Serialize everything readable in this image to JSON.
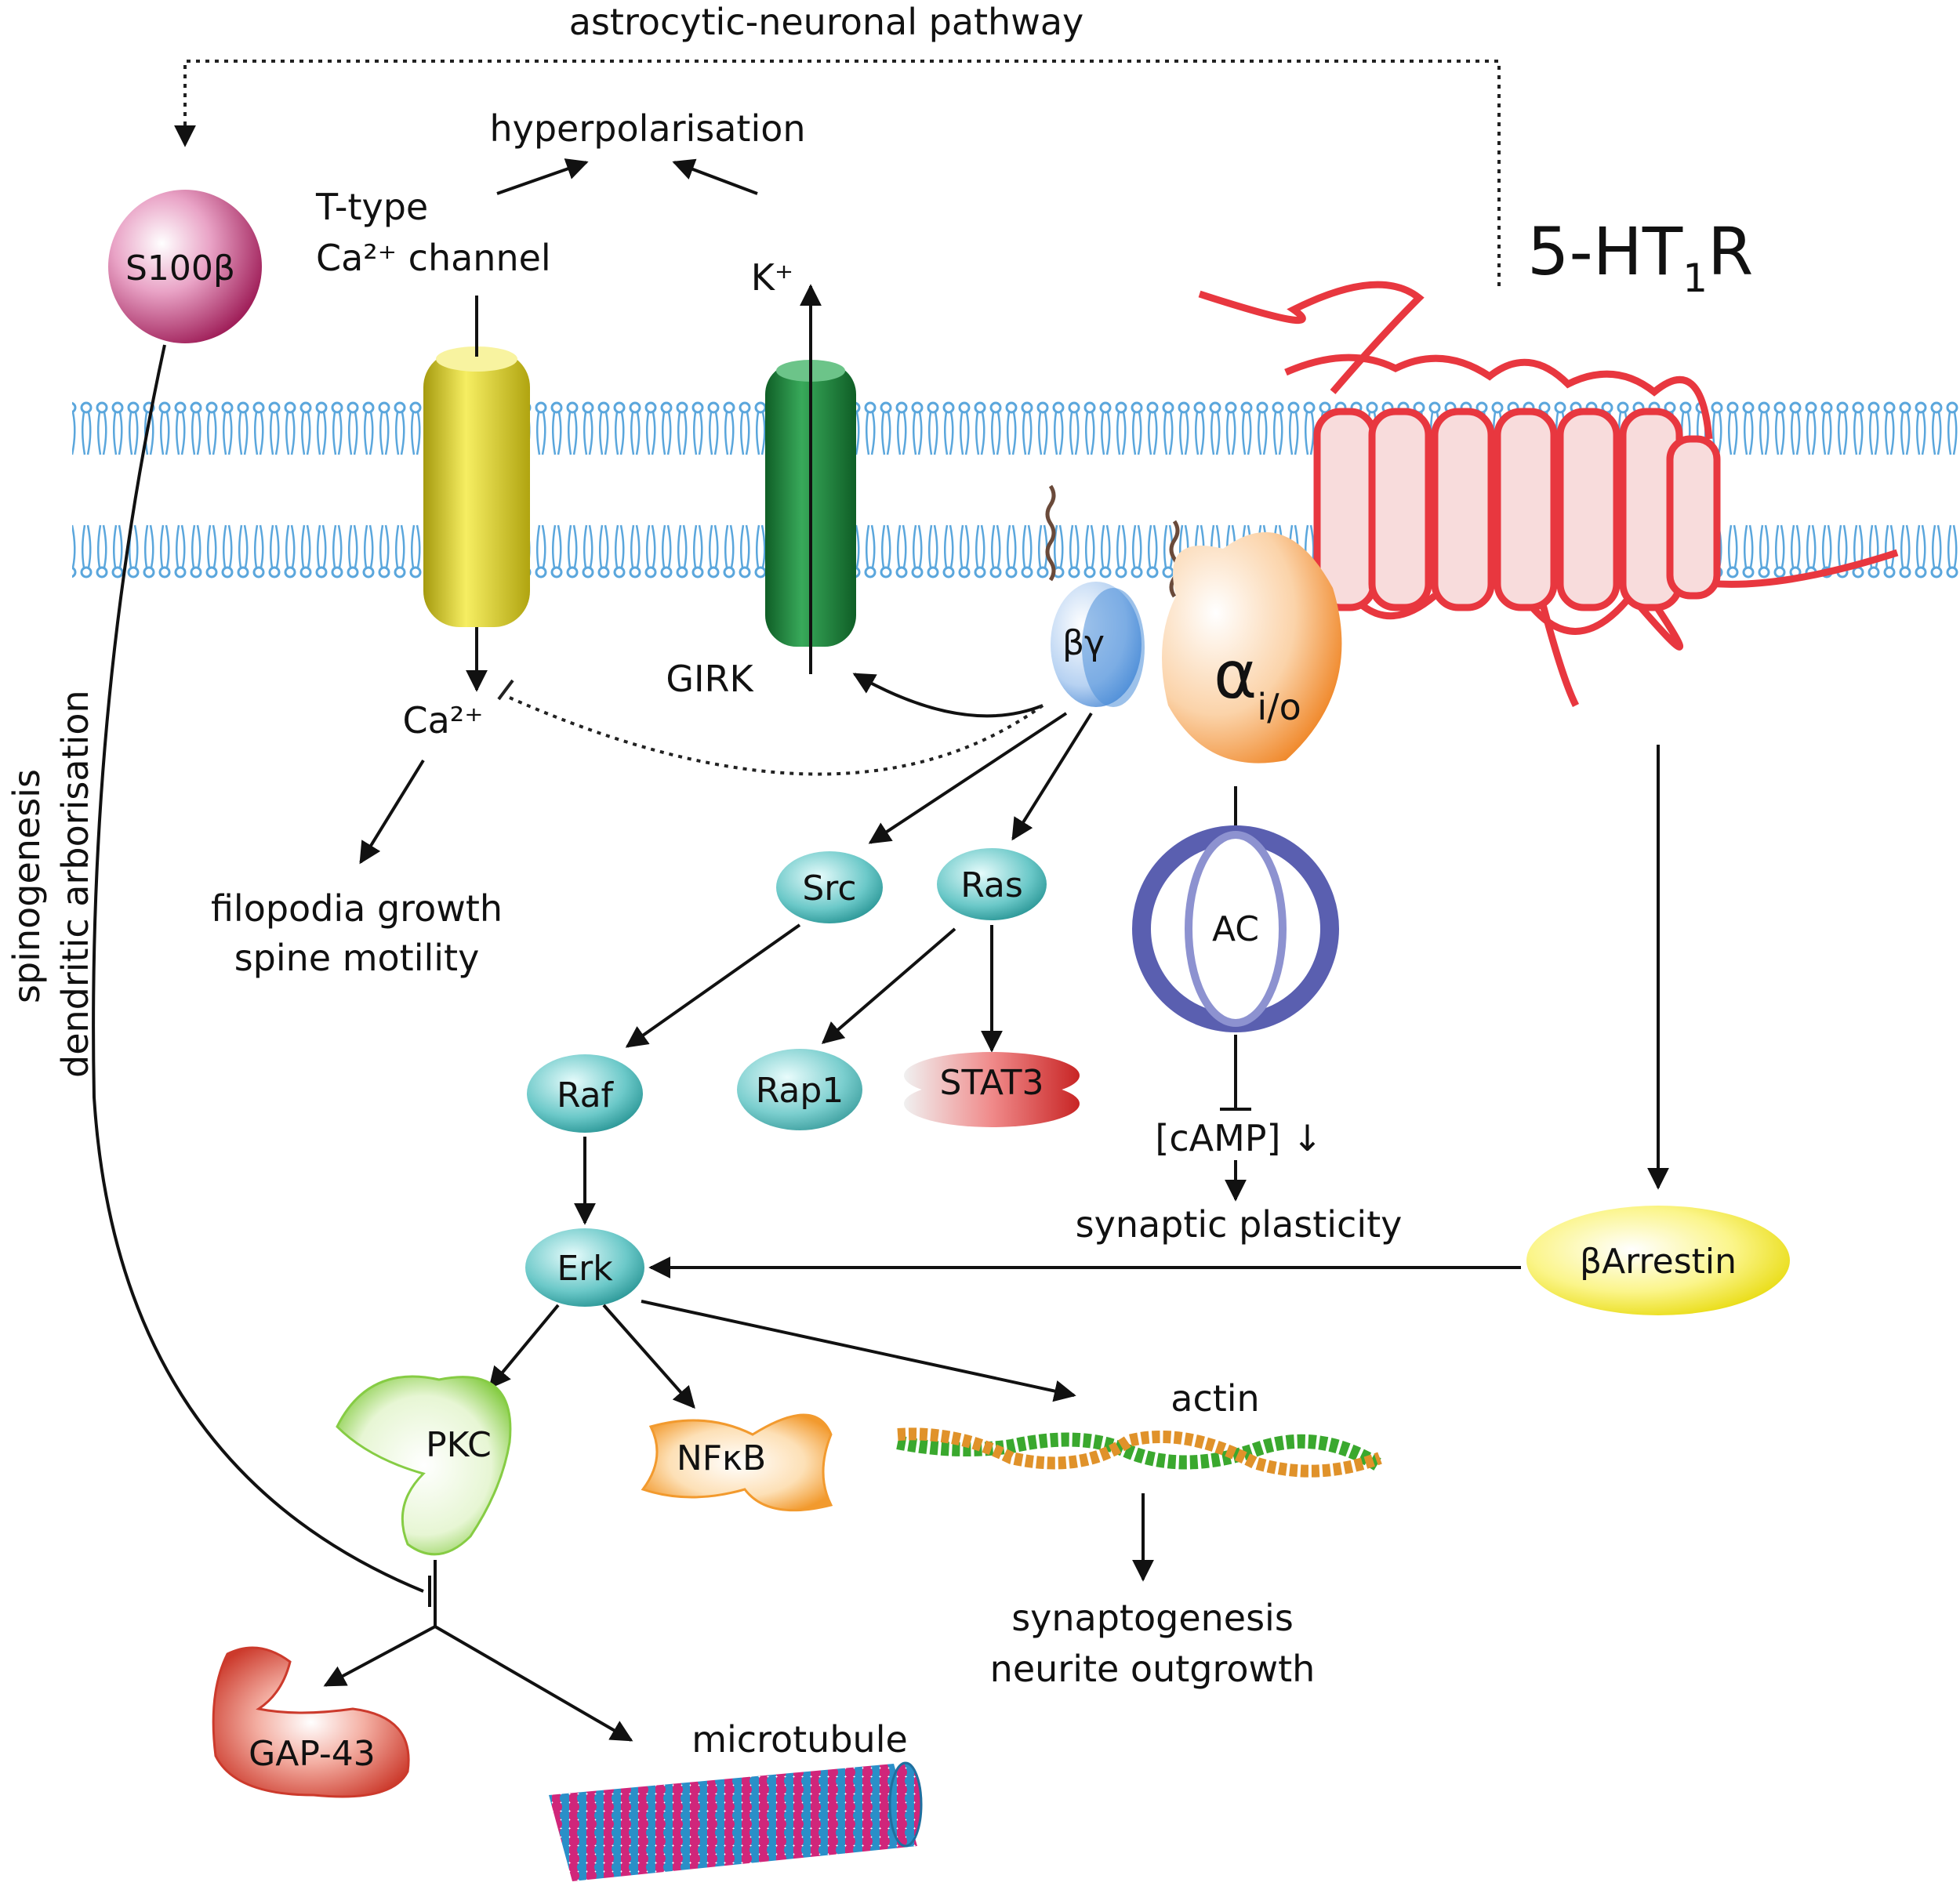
{
  "labels": {
    "pathway": "astrocytic-neuronal pathway",
    "hyperpolarisation": "hyperpolarisation",
    "t_type_1": "T-type",
    "t_type_2": "Ca²⁺ channel",
    "k_ion": "K⁺",
    "receptor_main": "5-HT",
    "receptor_sub": "1",
    "receptor_end": "R",
    "girk": "GIRK",
    "ca_ion": "Ca²⁺",
    "filopodia_1": "filopodia growth",
    "filopodia_2": "spine motility",
    "side_1": "spinogenesis",
    "side_2": "dendritic arborisation",
    "camp": "[cAMP] ↓",
    "synaptic_plasticity": "synaptic plasticity",
    "actin": "actin",
    "synaptogenesis_1": "synaptogenesis",
    "synaptogenesis_2": "neurite outgrowth",
    "microtubule": "microtubule"
  },
  "nodes": {
    "s100b": "S100β",
    "beta_gamma": "βγ",
    "alpha": "α",
    "alpha_sub": "i/o",
    "src": "Src",
    "ras": "Ras",
    "ac": "AC",
    "raf": "Raf",
    "rap1": "Rap1",
    "stat3": "STAT3",
    "erk": "Erk",
    "barrestin": "βArrestin",
    "pkc": "PKC",
    "nfkb": "NFκB",
    "gap43": "GAP-43"
  },
  "colors": {
    "membrane": "#5aa6dc",
    "receptor": "#e8373f",
    "ca_channel": "#d9cf2a",
    "girk": "#1e8a3e",
    "s100b": "#b0306a",
    "teal": "#2aa6a6",
    "stat3": "#d63a3a",
    "alpha": "#f08a24",
    "ac": "#5a5fb0",
    "barrestin": "#f2ea1a",
    "pkc": "#8fd14f",
    "nfkb": "#f2a13a",
    "gap43": "#d84a3a",
    "actin_a": "#3aa82e",
    "actin_b": "#e0922a",
    "microtubule_a": "#d0267a",
    "microtubule_b": "#2a8fc8"
  }
}
